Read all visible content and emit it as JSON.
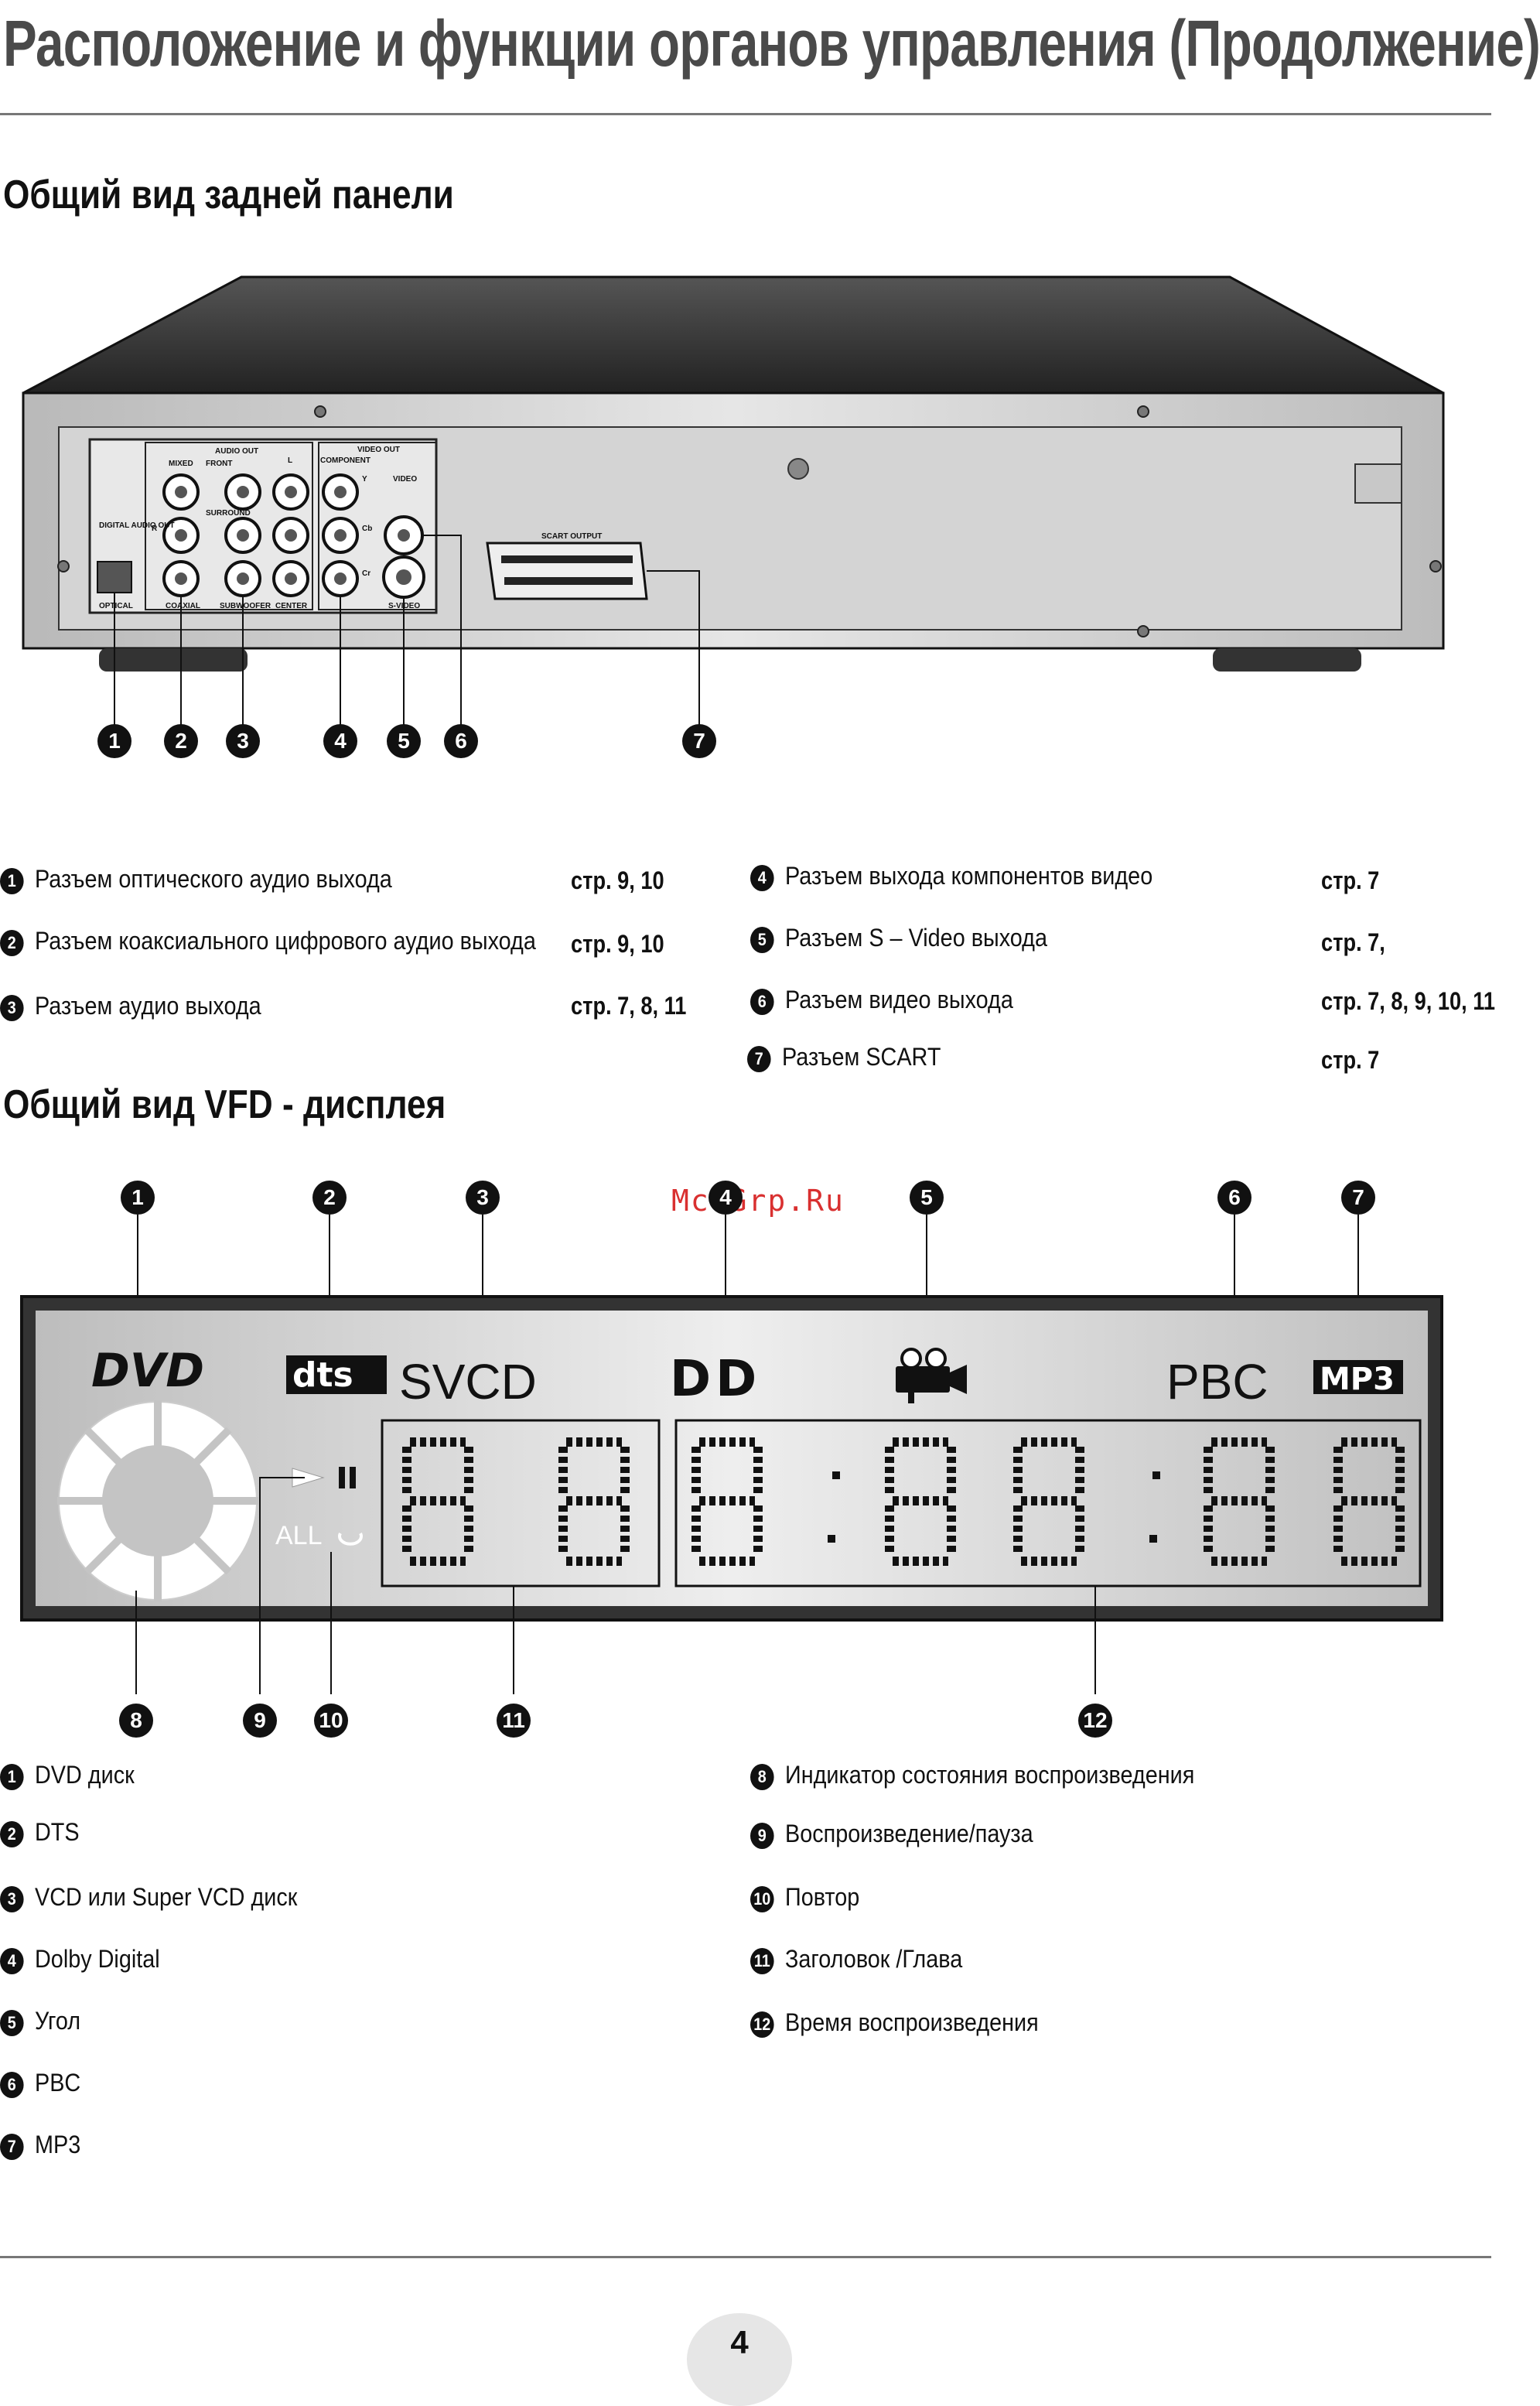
{
  "page": {
    "title": "Расположение и функции органов управления (Продолжение)",
    "page_number": "4",
    "watermark": "Mc-Grp.Ru"
  },
  "rear_panel": {
    "heading": "Общий вид задней панели",
    "device_labels": {
      "digital_audio_out": "DIGITAL AUDIO OUT",
      "optical": "OPTICAL",
      "coaxial": "COAXIAL",
      "audio_out": "AUDIO OUT",
      "mixed": "MIXED",
      "front": "FRONT",
      "surround": "SURROUND",
      "subwoofer": "SUBWOOFER",
      "center": "CENTER",
      "l": "L",
      "r": "R",
      "video_out": "VIDEO OUT",
      "component": "COMPONENT",
      "y": "Y",
      "cb": "Cb",
      "cr": "Cr",
      "video": "VIDEO",
      "s_video": "S-VIDEO",
      "scart_output": "SCART OUTPUT"
    },
    "callouts": [
      "1",
      "2",
      "3",
      "4",
      "5",
      "6",
      "7"
    ],
    "items_left": [
      {
        "num": "1",
        "label": "Разъем оптического аудио выхода",
        "page": "стр. 9, 10"
      },
      {
        "num": "2",
        "label": "Разъем коаксиального цифрового аудио выхода",
        "page": "стр. 9, 10"
      },
      {
        "num": "3",
        "label": "Разъем аудио выхода",
        "page": "стр. 7, 8, 11"
      }
    ],
    "items_right": [
      {
        "num": "4",
        "label": "Разъем выхода компонентов видео",
        "page": "стр. 7"
      },
      {
        "num": "5",
        "label": "Разъем S – Video выхода",
        "page": "стр. 7,"
      },
      {
        "num": "6",
        "label": "Разъем видео выхода",
        "page": "стр. 7, 8, 9, 10, 11"
      },
      {
        "num": "7",
        "label": "Разъем SCART",
        "page": "стр. 7"
      }
    ]
  },
  "vfd": {
    "heading": "Общий вид VFD - дисплея",
    "display_text": {
      "dvd": "DVD",
      "dts": "dts",
      "svcd": "SVCD",
      "dolby": "DD",
      "pbc": "PBC",
      "mp3": "MP3",
      "all": "ALL"
    },
    "callouts_top": [
      "1",
      "2",
      "3",
      "4",
      "5",
      "6",
      "7"
    ],
    "callouts_bottom": [
      "8",
      "9",
      "10",
      "11",
      "12"
    ],
    "items_left": [
      {
        "num": "1",
        "label": "DVD диск"
      },
      {
        "num": "2",
        "label": "DTS"
      },
      {
        "num": "3",
        "label": "VCD или Super VCD диск"
      },
      {
        "num": "4",
        "label": "Dolby Digital"
      },
      {
        "num": "5",
        "label": "Угол"
      },
      {
        "num": "6",
        "label": "PBC"
      },
      {
        "num": "7",
        "label": "MP3"
      }
    ],
    "items_right": [
      {
        "num": "8",
        "label": "Индикатор состояния воспроизведения"
      },
      {
        "num": "9",
        "label": "Воспроизведение/пауза"
      },
      {
        "num": "10",
        "label": "Повтор"
      },
      {
        "num": "11",
        "label": "Заголовок /Глава"
      },
      {
        "num": "12",
        "label": "Время воспроизведения"
      }
    ]
  }
}
